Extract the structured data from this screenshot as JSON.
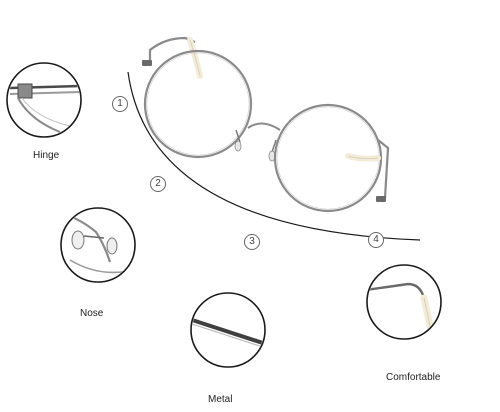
{
  "features": [
    {
      "id": "hinge",
      "label": "Hinge"
    },
    {
      "id": "nose",
      "label": "Nose"
    },
    {
      "id": "metal",
      "label": "Metal"
    },
    {
      "id": "comfortable",
      "label": "Comfortable"
    }
  ],
  "steps": [
    "1",
    "2",
    "3",
    "4"
  ],
  "colors": {
    "frame": "#8a8a8a",
    "frame_dark": "#4a4a4a",
    "tip": "#f2ecd8",
    "arc": "#1a1a1a"
  }
}
